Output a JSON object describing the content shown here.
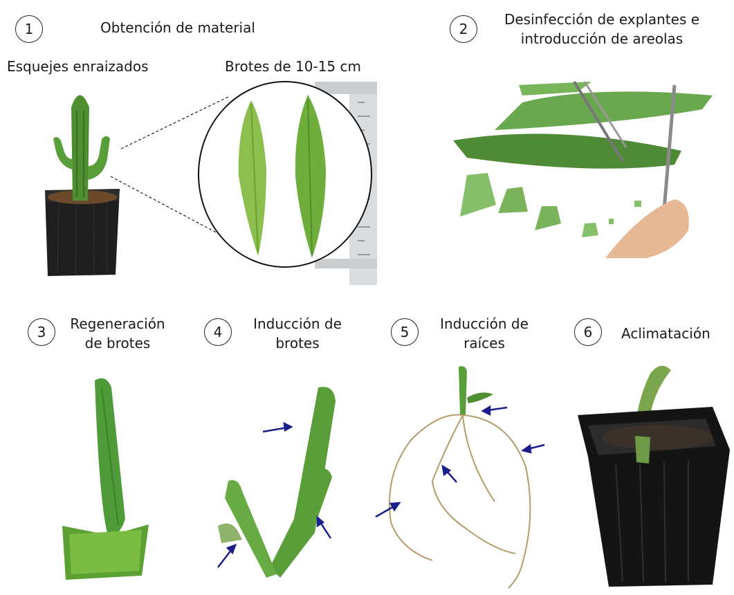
{
  "steps": [
    {
      "number": "1",
      "title": "Obtención de material"
    },
    {
      "number": "2",
      "title_line1": "Desinfección de explantes e",
      "title_line2": "introducción de areolas"
    },
    {
      "number": "3",
      "title_line1": "Regeneración",
      "title_line2": "de brotes"
    },
    {
      "number": "4",
      "title_line1": "Inducción de",
      "title_line2": "brotes"
    },
    {
      "number": "5",
      "title_line1": "Inducción de",
      "title_line2": "raíces"
    },
    {
      "number": "6",
      "title": "Aclimatación"
    }
  ],
  "step1": {
    "left_caption": "Esquejes enraizados",
    "right_caption": "Brotes de 10-15 cm"
  },
  "colors": {
    "cactus_green": "#5a9e3a",
    "light_green": "#8cbf4d",
    "pot_black": "#1b1b1b",
    "arrow_blue": "#1a1f8c"
  }
}
